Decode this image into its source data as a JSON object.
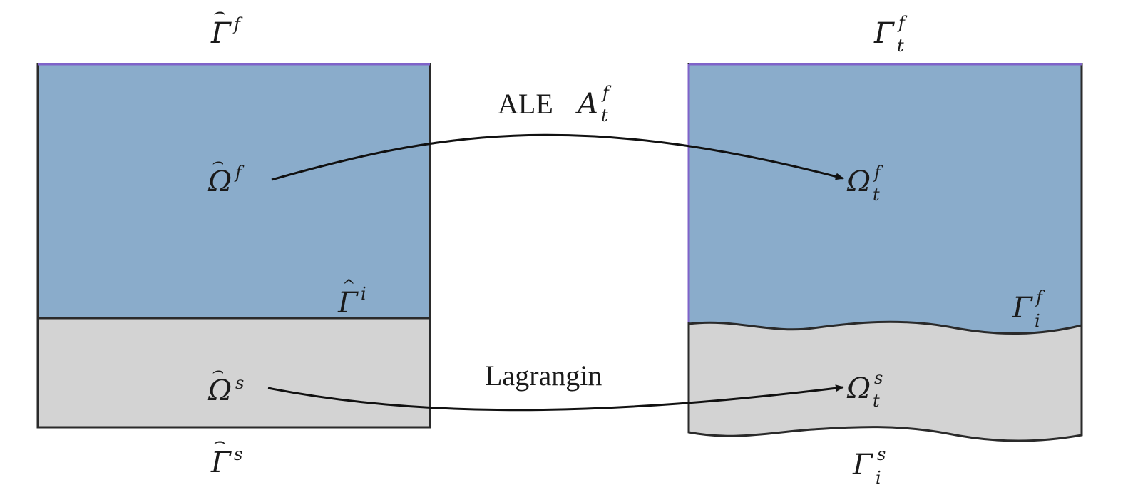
{
  "colors": {
    "fluid_fill": "#8aaccb",
    "solid_fill": "#d3d3d3",
    "outline": "#2a2a2a",
    "fluid_edge": "#7f63c9",
    "arrow": "#111111"
  },
  "mappings": {
    "ale": {
      "name": "ALE",
      "symbol": "A",
      "sup": "f",
      "sub": "t"
    },
    "lagrangian": {
      "name": "Lagrangin"
    }
  },
  "reference_domain": {
    "fluid_boundary": {
      "symbol": "Γ",
      "hat": "⌢",
      "sup": "f"
    },
    "fluid_domain": {
      "symbol": "Ω",
      "hat": "⌢",
      "sup": "f"
    },
    "interface": {
      "symbol": "Γ",
      "hat": "^",
      "sup": "i"
    },
    "solid_domain": {
      "symbol": "Ω",
      "hat": "⌢",
      "sup": "s"
    },
    "solid_boundary": {
      "symbol": "Γ",
      "hat": "⌢",
      "sup": "s"
    }
  },
  "current_domain": {
    "fluid_boundary": {
      "symbol": "Γ",
      "sup": "f",
      "sub": "t"
    },
    "fluid_domain": {
      "symbol": "Ω",
      "sup": "f",
      "sub": "t"
    },
    "interface": {
      "symbol": "Γ",
      "sup": "f",
      "sub": "i"
    },
    "solid_domain": {
      "symbol": "Ω",
      "sup": "s",
      "sub": "t"
    },
    "solid_boundary": {
      "symbol": "Γ",
      "sup": "s",
      "sub": "i"
    }
  }
}
